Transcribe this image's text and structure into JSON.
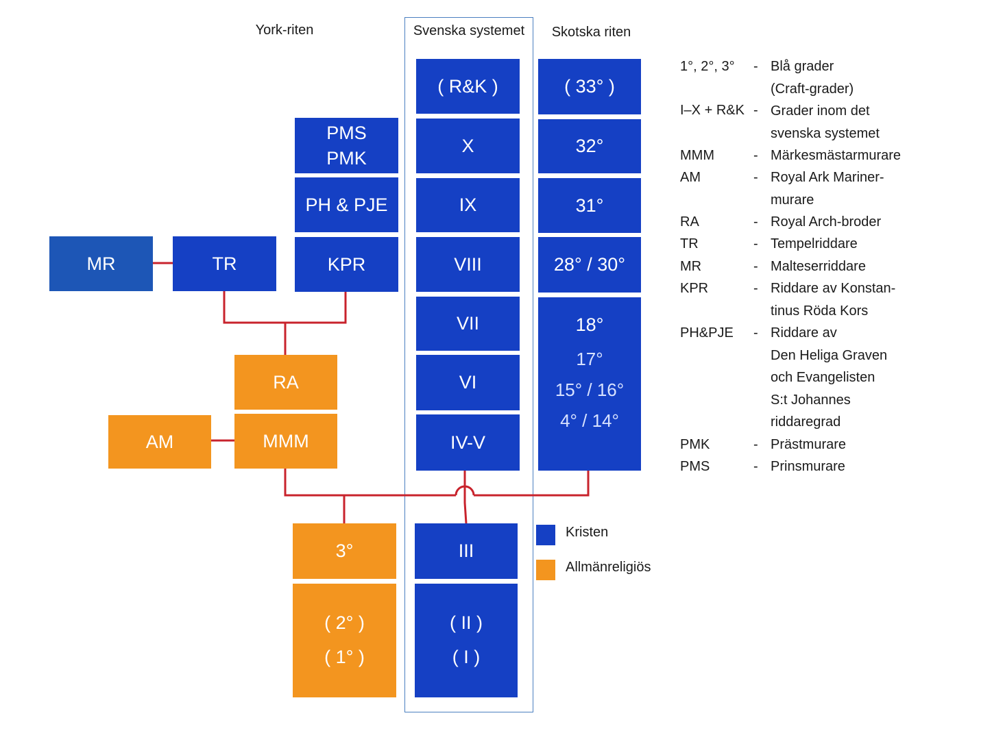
{
  "headers": {
    "york": "York-riten",
    "swedish": "Svenska systemet",
    "scottish": "Skotska riten"
  },
  "york": {
    "pms_pmk": [
      "PMS",
      "PMK"
    ],
    "ph_pje": "PH & PJE",
    "kpr": "KPR",
    "mr": "MR",
    "tr": "TR",
    "ra": "RA",
    "am": "AM",
    "mmm": "MMM",
    "third": "3°",
    "second": "( 2° )",
    "first": "( 1° )"
  },
  "swedish": {
    "rk": "( R&K )",
    "x": "X",
    "ix": "IX",
    "viii": "VIII",
    "vii": "VII",
    "vi": "VI",
    "iv_v": "IV-V",
    "iii": "III",
    "ii": "( II )",
    "i": "( I )"
  },
  "scottish": {
    "d33": "( 33° )",
    "d32": "32°",
    "d31": "31°",
    "d28_30": "28° / 30°",
    "d18": "18°",
    "d17": "17°",
    "d15_16": "15° / 16°",
    "d4_14": "4° / 14°"
  },
  "legend": {
    "christian": {
      "label": "Kristen",
      "color": "#1540c4"
    },
    "general": {
      "label": "Allmänreligiös",
      "color": "#f3951f"
    }
  },
  "glossary": [
    {
      "abbr": "1°, 2°, 3°",
      "desc": [
        "Blå grader",
        "(Craft-grader)"
      ]
    },
    {
      "abbr": "I–X + R&K",
      "desc": [
        "Grader inom det",
        "svenska systemet"
      ]
    },
    {
      "abbr": "MMM",
      "desc": [
        "Märkesmästarmurare"
      ]
    },
    {
      "abbr": "AM",
      "desc": [
        "Royal Ark Mariner-",
        "murare"
      ]
    },
    {
      "abbr": "RA",
      "desc": [
        "Royal Arch-broder"
      ]
    },
    {
      "abbr": "TR",
      "desc": [
        "Tempelriddare"
      ]
    },
    {
      "abbr": "MR",
      "desc": [
        "Malteserriddare"
      ]
    },
    {
      "abbr": "KPR",
      "desc": [
        "Riddare av Konstan-",
        "tinus Röda Kors"
      ]
    },
    {
      "abbr": "PH&PJE",
      "desc": [
        "Riddare av",
        "Den Heliga Graven",
        "och Evangelisten",
        "S:t Johannes",
        "riddaregrad"
      ]
    },
    {
      "abbr": "PMK",
      "desc": [
        "Prästmurare"
      ]
    },
    {
      "abbr": "PMS",
      "desc": [
        "Prinsmurare"
      ]
    }
  ],
  "colors": {
    "connector": "#c8232c",
    "frame": "#4a7fc0"
  }
}
